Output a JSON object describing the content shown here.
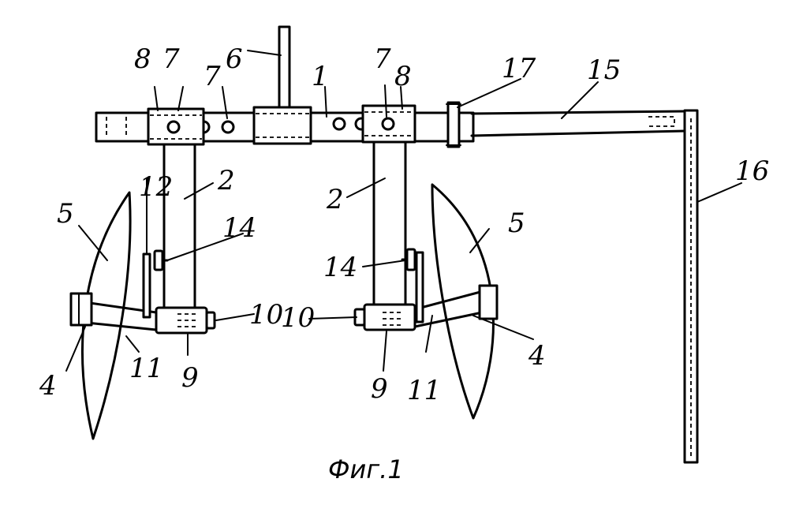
{
  "figure": {
    "caption": "Фиг.1",
    "labels": {
      "l1": "1",
      "l2a": "2",
      "l2b": "2",
      "l4a": "4",
      "l4b": "4",
      "l5a": "5",
      "l5b": "5",
      "l6": "6",
      "l7a": "7",
      "l7b": "7",
      "l7c": "7",
      "l8a": "8",
      "l8b": "8",
      "l9a": "9",
      "l9b": "9",
      "l10a": "10",
      "l10b": "10",
      "l11a": "11",
      "l11b": "11",
      "l12": "12",
      "l14a": "14",
      "l14b": "14",
      "l15": "15",
      "l16": "16",
      "l17": "17"
    }
  }
}
